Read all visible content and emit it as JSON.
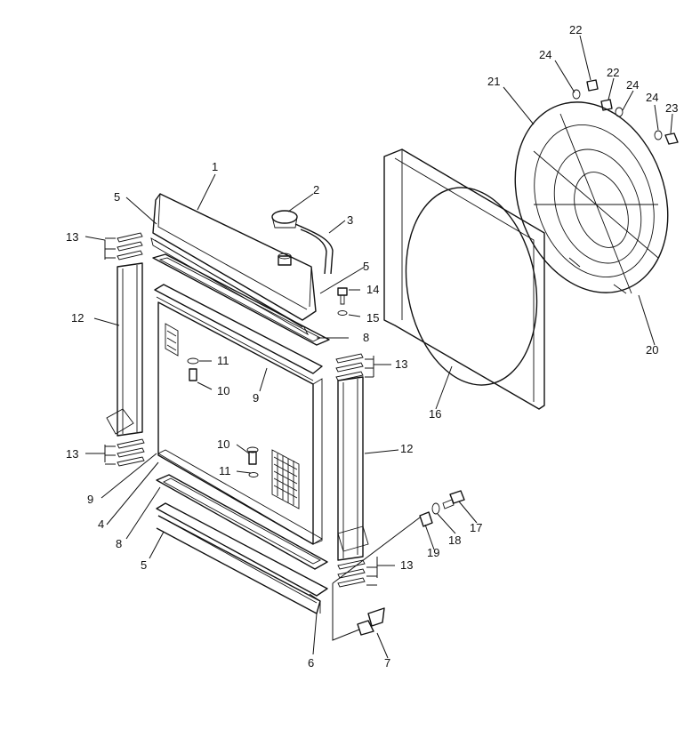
{
  "callouts": [
    {
      "id": "c1",
      "text": "1"
    },
    {
      "id": "c2",
      "text": "2"
    },
    {
      "id": "c3",
      "text": "3"
    },
    {
      "id": "c4",
      "text": "4"
    },
    {
      "id": "c5a",
      "text": "5"
    },
    {
      "id": "c5b",
      "text": "5"
    },
    {
      "id": "c5c",
      "text": "5"
    },
    {
      "id": "c6",
      "text": "6"
    },
    {
      "id": "c7",
      "text": "7"
    },
    {
      "id": "c8a",
      "text": "8"
    },
    {
      "id": "c8b",
      "text": "8"
    },
    {
      "id": "c9a",
      "text": "9"
    },
    {
      "id": "c9b",
      "text": "9"
    },
    {
      "id": "c10a",
      "text": "10"
    },
    {
      "id": "c10b",
      "text": "10"
    },
    {
      "id": "c11a",
      "text": "11"
    },
    {
      "id": "c11b",
      "text": "11"
    },
    {
      "id": "c12a",
      "text": "12"
    },
    {
      "id": "c12b",
      "text": "12"
    },
    {
      "id": "c13a",
      "text": "13"
    },
    {
      "id": "c13b",
      "text": "13"
    },
    {
      "id": "c13c",
      "text": "13"
    },
    {
      "id": "c13d",
      "text": "13"
    },
    {
      "id": "c14",
      "text": "14"
    },
    {
      "id": "c15",
      "text": "15"
    },
    {
      "id": "c16",
      "text": "16"
    },
    {
      "id": "c17",
      "text": "17"
    },
    {
      "id": "c18",
      "text": "18"
    },
    {
      "id": "c19",
      "text": "19"
    },
    {
      "id": "c20",
      "text": "20"
    },
    {
      "id": "c21",
      "text": "21"
    },
    {
      "id": "c22a",
      "text": "22"
    },
    {
      "id": "c22b",
      "text": "22"
    },
    {
      "id": "c23",
      "text": "23"
    },
    {
      "id": "c24a",
      "text": "24"
    },
    {
      "id": "c24b",
      "text": "24"
    },
    {
      "id": "c24c",
      "text": "24"
    }
  ]
}
